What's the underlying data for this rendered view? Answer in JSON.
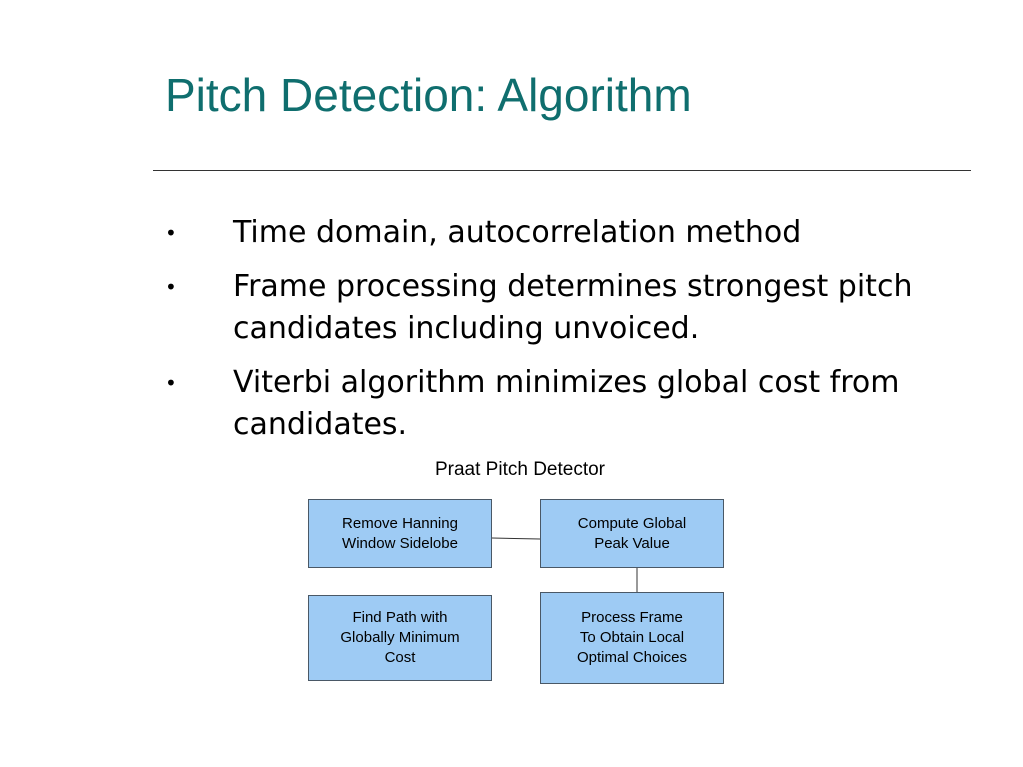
{
  "slide": {
    "title": "Pitch Detection: Algorithm",
    "bullets": [
      "Time domain, autocorrelation method",
      "Frame processing determines strongest pitch candidates including unvoiced.",
      "Viterbi algorithm minimizes global cost from candidates."
    ],
    "bullet_symbol": "•"
  },
  "diagram": {
    "caption": "Praat Pitch Detector",
    "box_fill": "#9ecbf4",
    "title_color": "#0f6e6e",
    "boxes": {
      "remove_hanning": "Remove Hanning\nWindow Sidelobe",
      "compute_global": "Compute Global\nPeak Value",
      "process_frame": "Process Frame\nTo Obtain Local\nOptimal Choices",
      "find_path": "Find Path with\nGlobally Minimum\nCost"
    }
  }
}
